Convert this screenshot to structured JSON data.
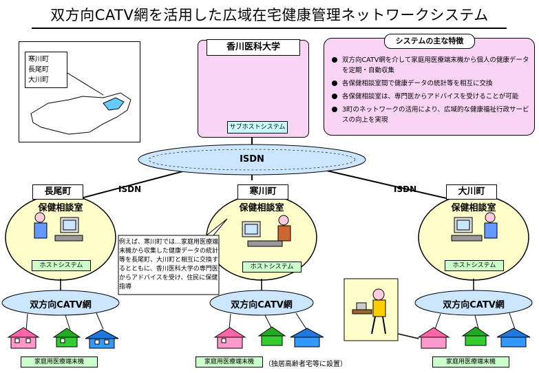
{
  "title": "双方向CATV網を活用した広域在宅健康管理ネットワークシステム",
  "map": {
    "towns": [
      "寒川町",
      "長尾町",
      "大川町"
    ]
  },
  "center": {
    "title": "香川医科大学",
    "subsystem": "サブホストシステム"
  },
  "features": {
    "title": "システムの主な特徴",
    "items": [
      "双方向CATV網を介して家庭用医療端末機から個人の健康データを定期・自動収集",
      "各保健相談室間で健康データの統計等を相互に交換",
      "各保健相談室は、専門医からアドバイスを受けることが可能",
      "3町のネットワークの活用により、広域的な健康福祉行政サービスの向上を実現"
    ]
  },
  "network": {
    "isdn_center": "ISDN",
    "isdn_left": "ISDN",
    "isdn_right": "ISDN"
  },
  "stations": [
    {
      "town": "長尾町",
      "office": "保健相談室",
      "host": "ホストシステム",
      "catv": "双方向CATV網",
      "terminal": "家庭用医療端末機"
    },
    {
      "town": "寒川町",
      "office": "保健相談室",
      "host": "ホストシステム",
      "catv": "双方向CATV網",
      "terminal": "家庭用医療端末機"
    },
    {
      "town": "大川町",
      "office": "保健相談室",
      "host": "ホストシステム",
      "catv": "双方向CATV網",
      "terminal": "家庭用医療端末機"
    }
  ],
  "speech": "例えば、寒川町では…家庭用医療端末機から収集した健康データの統計等を長尾町、大川町と相互に交換するとともに、香川医科大学の専門医からアドバイスを受け、住民に保健指導",
  "note": "（独居高齢者宅等に設置）",
  "colors": {
    "pink": "#f9d4f4",
    "green_tag": "#ccffcc",
    "cloud": "#cce6ff",
    "station_circle": "#ffffcc",
    "house_pink": "#ff99cc",
    "house_green": "#33cc33",
    "house_blue": "#3399ff"
  }
}
